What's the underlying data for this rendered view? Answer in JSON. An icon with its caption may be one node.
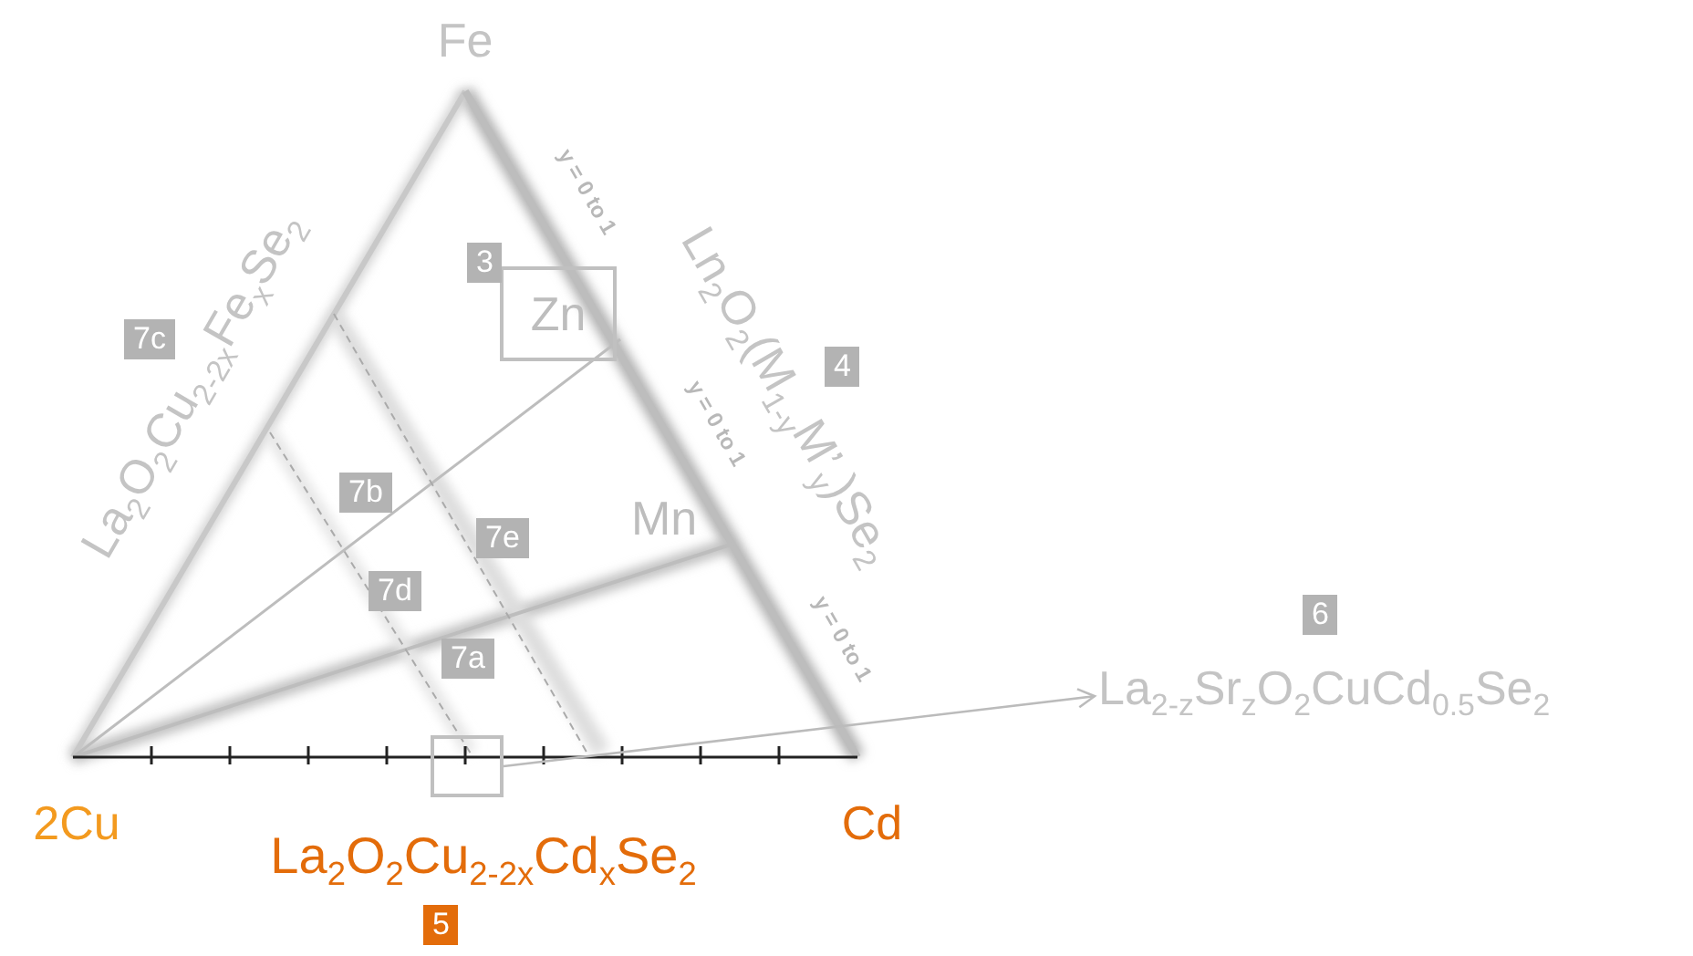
{
  "diagram": {
    "nodes": [
      {
        "text": [],
        "shape": "box"
      },
      {
        "text": [
          "La$_{2-z}$Sr$_{z}$O$_{2}$CuCd$_{0.5}$Se$_{2}$"
        ],
        "beside": [
          "6"
        ]
      },
      {
        "text": [
          "Zn"
        ],
        "beside": [
          "3"
        ]
      }
    ],
    "edges": [
      {
        "from": 0,
        "to": 1,
        "arrow": "to"
      }
    ],
    "labels": [
      "Fe",
      "La$_{2}$O$_{2}$Cu$_{2-2x}$Fe$_{x}$Se$_{2}$",
      "7c",
      "y = 0 to 1",
      "Ln$_{2}$O$_{2}$(M$_{1-y}$M’$_{y}$)Se$_{2}$",
      "4",
      "y = 0 to 1",
      "7b",
      "7e",
      "Mn",
      "7d",
      "y = 0 to 1",
      "7a",
      "2Cu",
      "Cd",
      "La$_{2}$O$_{2}$Cu$_{2-2x}$Cd$_{x}$Se$_{2}$",
      "5"
    ]
  }
}
